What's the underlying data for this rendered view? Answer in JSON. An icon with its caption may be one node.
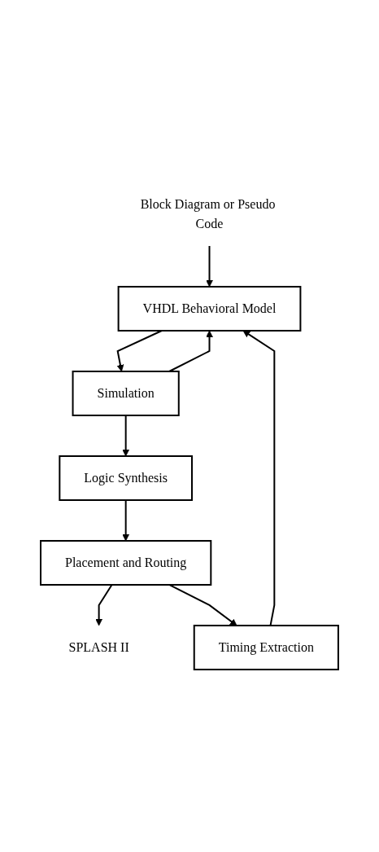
{
  "diagram": {
    "nodes": [
      {
        "text": [
          "Block Diagram or Pseudo Code"
        ]
      },
      {
        "text": [
          "VHDL Behavioral Model"
        ]
      },
      {
        "text": [
          "Simulation"
        ]
      },
      {
        "text": [
          "Logic Synthesis"
        ]
      },
      {
        "text": [
          "Placement and Routing"
        ]
      },
      {
        "text": [
          "Timing Extraction"
        ]
      },
      {
        "text": [
          "SPLASH II"
        ]
      }
    ],
    "edges": [
      {
        "from": 0,
        "to": 1,
        "arrow": "to"
      },
      {
        "from": 1,
        "to": 2,
        "arrow": "to"
      },
      {
        "from": 2,
        "to": 3,
        "arrow": "to"
      },
      {
        "from": 2,
        "to": 1,
        "arrow": "to"
      },
      {
        "from": 3,
        "to": 4,
        "arrow": "to"
      },
      {
        "from": 4,
        "to": 6,
        "arrow": "to"
      },
      {
        "from": 4,
        "to": 5,
        "arrow": "to"
      },
      {
        "from": 5,
        "to": 1,
        "arrow": "to"
      }
    ]
  }
}
